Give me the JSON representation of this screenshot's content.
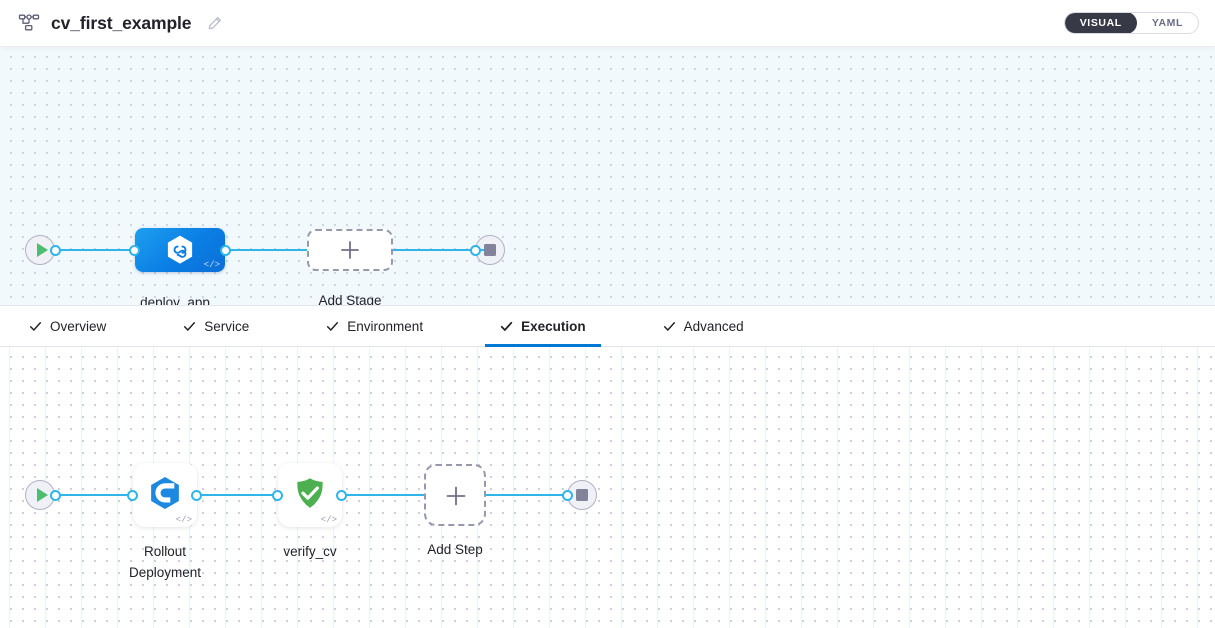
{
  "header": {
    "pipeline_icon": "pipeline-nodes-icon",
    "title": "cv_first_example",
    "edit_icon": "pencil-edit-icon",
    "view_toggle": {
      "visual_label": "VISUAL",
      "yaml_label": "YAML",
      "selected": "VISUAL"
    }
  },
  "tabs": [
    {
      "label": "Overview",
      "icon": "check-icon",
      "active": false
    },
    {
      "label": "Service",
      "icon": "check-icon",
      "active": false
    },
    {
      "label": "Environment",
      "icon": "check-icon",
      "active": false
    },
    {
      "label": "Execution",
      "icon": "check-icon",
      "active": true
    },
    {
      "label": "Advanced",
      "icon": "check-icon",
      "active": false
    }
  ],
  "stage_canvas": {
    "start_node": {
      "icon": "play-icon"
    },
    "end_node": {
      "icon": "stop-icon"
    },
    "stages": [
      {
        "label": "deploy_app",
        "icon": "harness-hexagon-icon",
        "badge": "</>",
        "selected": true
      }
    ],
    "add_stage": {
      "label": "Add Stage",
      "icon": "plus-icon"
    }
  },
  "execution_canvas": {
    "start_node": {
      "icon": "play-icon"
    },
    "end_node": {
      "icon": "stop-icon"
    },
    "steps": [
      {
        "label": "Rollout\nDeployment",
        "icon": "kubernetes-rollout-icon",
        "badge": "</>"
      },
      {
        "label": "verify_cv",
        "icon": "green-shield-check-icon",
        "badge": "</>"
      }
    ],
    "add_step": {
      "label": "Add Step",
      "icon": "plus-icon"
    }
  },
  "colors": {
    "accent_blue": "#0278d5",
    "edge_blue": "#30b5ea",
    "stage_blue": "#0a7ee4",
    "success_green": "#4dbd6e",
    "toggle_dark": "#383946",
    "canvas_top_bg": "#f1f9fd"
  }
}
